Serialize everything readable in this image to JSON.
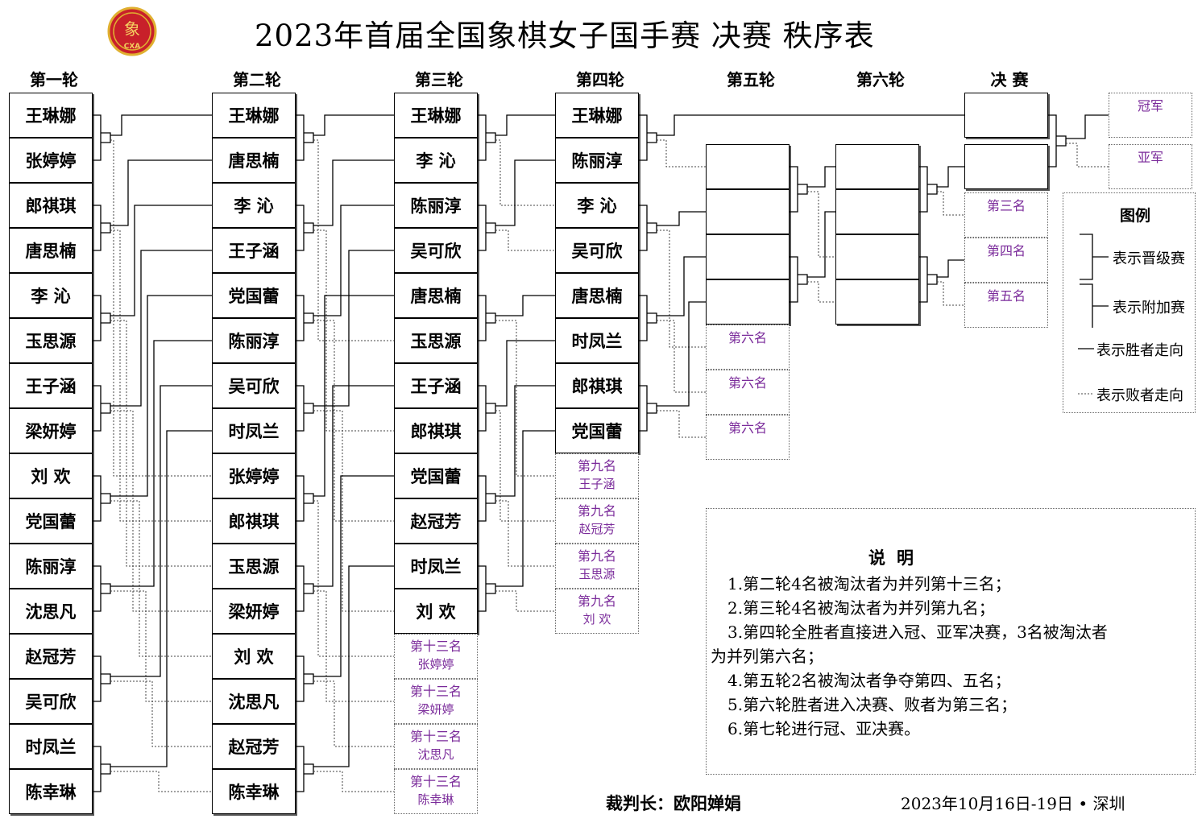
{
  "title": "2023年首届全国象棋女子国手赛 决赛 秩序表",
  "logo": {
    "glyph": "象",
    "text": "CXA",
    "color": "#c8202a",
    "ring": "#e0b030"
  },
  "rounds": [
    "第一轮",
    "第二轮",
    "第三轮",
    "第四轮",
    "第五轮",
    "第六轮",
    "决  赛"
  ],
  "r1": [
    "王琳娜",
    "张婷婷",
    "郎祺琪",
    "唐思楠",
    "李  沁",
    "玉思源",
    "王子涵",
    "梁妍婷",
    "刘  欢",
    "党国蕾",
    "陈丽淳",
    "沈思凡",
    "赵冠芳",
    "吴可欣",
    "时凤兰",
    "陈幸琳"
  ],
  "r2": [
    "王琳娜",
    "唐思楠",
    "李  沁",
    "王子涵",
    "党国蕾",
    "陈丽淳",
    "吴可欣",
    "时凤兰",
    "张婷婷",
    "郎祺琪",
    "玉思源",
    "梁妍婷",
    "刘  欢",
    "沈思凡",
    "赵冠芳",
    "陈幸琳"
  ],
  "r3": [
    "王琳娜",
    "李  沁",
    "陈丽淳",
    "吴可欣",
    "唐思楠",
    "玉思源",
    "王子涵",
    "郎祺琪",
    "党国蕾",
    "赵冠芳",
    "时凤兰",
    "刘  欢"
  ],
  "r3_elim": [
    {
      "place": "第十三名",
      "name": "张婷婷"
    },
    {
      "place": "第十三名",
      "name": "梁妍婷"
    },
    {
      "place": "第十三名",
      "name": "沈思凡"
    },
    {
      "place": "第十三名",
      "name": "陈幸琳"
    }
  ],
  "r4": [
    "王琳娜",
    "陈丽淳",
    "李  沁",
    "吴可欣",
    "唐思楠",
    "时凤兰",
    "郎祺琪",
    "党国蕾"
  ],
  "r4_elim": [
    {
      "place": "第九名",
      "name": "王子涵"
    },
    {
      "place": "第九名",
      "name": "赵冠芳"
    },
    {
      "place": "第九名",
      "name": "玉思源"
    },
    {
      "place": "第九名",
      "name": "刘  欢"
    }
  ],
  "r5_sixth": [
    "第六名",
    "第六名",
    "第六名"
  ],
  "r6_places": [
    "第三名",
    "第四名",
    "第五名"
  ],
  "final_places": [
    "冠军",
    "亚军"
  ],
  "legend": {
    "title": "图例",
    "promote": "表示晋级赛",
    "extra": "表示附加赛",
    "winner": "表示胜者走向",
    "loser": "表示败者走向"
  },
  "notes": {
    "heading": "说明",
    "lines": [
      "1.第二轮4名被淘汰者为并列第十三名；",
      "2.第三轮4名被淘汰者为并列第九名；",
      "3.第四轮全胜者直接进入冠、亚军决赛，3名被淘汰者",
      "为并列第六名；",
      "4.第五轮2名被淘汰者争夺第四、五名；",
      "5.第六轮胜者进入决赛、败者为第三名；",
      "6.第七轮进行冠、亚决赛。"
    ]
  },
  "footer": {
    "referee": "裁判长：欧阳婵娟",
    "date": "2023年10月16日-19日 •  深圳"
  }
}
